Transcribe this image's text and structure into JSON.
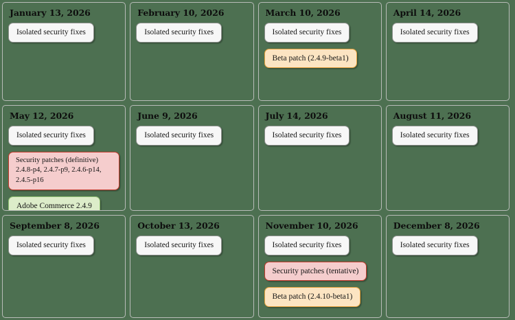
{
  "calendar": {
    "badge_styles": {
      "isolated": {
        "fill": "#f7f7f7",
        "border": "#8d908d"
      },
      "beta": {
        "fill": "#fce4c2",
        "border": "#e6a23c"
      },
      "security": {
        "fill": "#f5cdcd",
        "border": "#c0392b"
      },
      "release": {
        "fill": "#dcecc9",
        "border": "#8fbf70"
      }
    },
    "background_color": "#4d7051",
    "cell_border_color": "#b9bcb9",
    "months": [
      {
        "date": "January 13, 2026",
        "items": [
          {
            "label": "Isolated security fixes",
            "type": "isolated"
          }
        ]
      },
      {
        "date": "February 10, 2026",
        "items": [
          {
            "label": "Isolated security fixes",
            "type": "isolated"
          }
        ]
      },
      {
        "date": "March 10, 2026",
        "items": [
          {
            "label": "Isolated security fixes",
            "type": "isolated"
          },
          {
            "label": "Beta patch (2.4.9-beta1)",
            "type": "beta"
          }
        ]
      },
      {
        "date": "April 14, 2026",
        "items": [
          {
            "label": "Isolated security fixes",
            "type": "isolated"
          }
        ]
      },
      {
        "date": "May 12, 2026",
        "items": [
          {
            "label": "Isolated security fixes",
            "type": "isolated"
          },
          {
            "label": "Security patches (definitive)",
            "label2": "2.4.8-p4, 2.4.7-p9, 2.4.6-p14, 2.4.5-p16",
            "type": "security"
          },
          {
            "label": "Adobe Commerce 2.4.9",
            "type": "release"
          }
        ]
      },
      {
        "date": "June 9, 2026",
        "items": [
          {
            "label": "Isolated security fixes",
            "type": "isolated"
          }
        ]
      },
      {
        "date": "July 14, 2026",
        "items": [
          {
            "label": "Isolated security fixes",
            "type": "isolated"
          }
        ]
      },
      {
        "date": "August 11, 2026",
        "items": [
          {
            "label": "Isolated security fixes",
            "type": "isolated"
          }
        ]
      },
      {
        "date": "September 8, 2026",
        "items": [
          {
            "label": "Isolated security fixes",
            "type": "isolated"
          }
        ]
      },
      {
        "date": "October 13, 2026",
        "items": [
          {
            "label": "Isolated security fixes",
            "type": "isolated"
          }
        ]
      },
      {
        "date": "November 10, 2026",
        "items": [
          {
            "label": "Isolated security fixes",
            "type": "isolated"
          },
          {
            "label": "Security patches (tentative)",
            "type": "security"
          },
          {
            "label": "Beta patch (2.4.10-beta1)",
            "type": "beta"
          }
        ]
      },
      {
        "date": "December 8, 2026",
        "items": [
          {
            "label": "Isolated security fixes",
            "type": "isolated"
          }
        ]
      }
    ]
  }
}
